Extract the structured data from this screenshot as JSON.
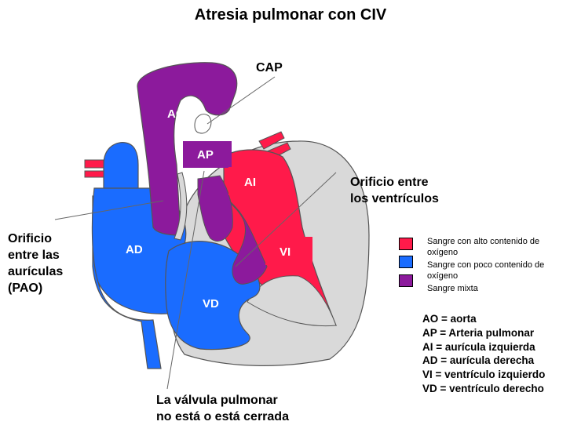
{
  "title": "Atresia pulmonar con CIV",
  "colors": {
    "oxygenated": "#ff1a4a",
    "deoxygenated": "#1a6cff",
    "mixed": "#8c1a9c",
    "wall": "#d9d9d9"
  },
  "heart_labels": {
    "ao": "AO",
    "ap": "AP",
    "ai": "AI",
    "ad": "AD",
    "vi": "VI",
    "vd": "VD"
  },
  "callouts": {
    "cap": "CAP",
    "civ_line1": "Orificio entre",
    "civ_line2": "los ventrículos",
    "pao_line1": "Orificio",
    "pao_line2": "entre las",
    "pao_line3": "aurículas",
    "pao_line4": "(PAO)",
    "valve_line1": "La válvula pulmonar",
    "valve_line2": "no está o está cerrada"
  },
  "legend": [
    {
      "color": "#ff1a4a",
      "line1": "Sangre con alto contenido de",
      "line2": "oxígeno"
    },
    {
      "color": "#1a6cff",
      "line1": "Sangre con poco contenido de",
      "line2": "oxígeno"
    },
    {
      "color": "#8c1a9c",
      "line1": "Sangre mixta",
      "line2": ""
    }
  ],
  "abbreviations": [
    "AO = aorta",
    "AP = Arteria pulmonar",
    "AI = aurícula izquierda",
    "AD = aurícula derecha",
    "VI = ventrículo izquierdo",
    "VD = ventrículo derecho"
  ]
}
